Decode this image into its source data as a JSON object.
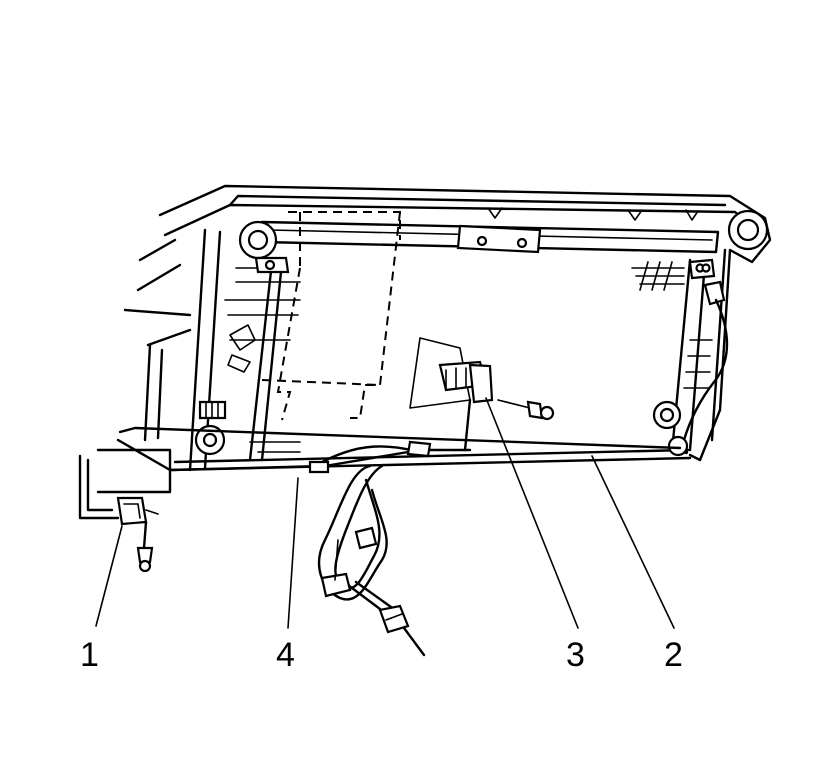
{
  "callouts": [
    {
      "id": "1",
      "label": "1"
    },
    {
      "id": "4",
      "label": "4"
    },
    {
      "id": "3",
      "label": "3"
    },
    {
      "id": "2",
      "label": "2"
    }
  ]
}
